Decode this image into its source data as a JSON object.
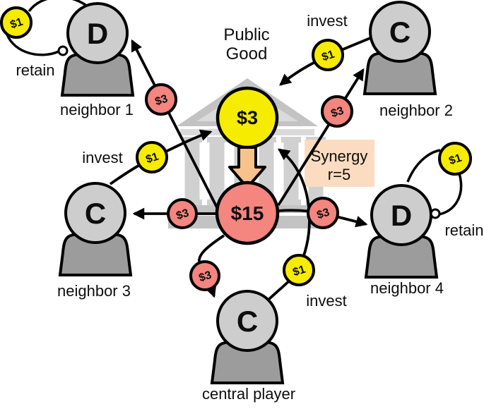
{
  "labels": {
    "public_good_line1": "Public",
    "public_good_line2": "Good",
    "invest": "invest",
    "retain": "retain"
  },
  "synergy": {
    "line1": "Synergy",
    "line2": "r=5"
  },
  "pool": {
    "value": "$3"
  },
  "pot": {
    "value": "$15"
  },
  "coins": {
    "invest_coin": "$1",
    "share_coin": "$3"
  },
  "players": {
    "neighbor1": {
      "letter": "D",
      "label": "neighbor 1"
    },
    "neighbor2": {
      "letter": "C",
      "label": "neighbor 2"
    },
    "neighbor3": {
      "letter": "C",
      "label": "neighbor 3"
    },
    "neighbor4": {
      "letter": "D",
      "label": "neighbor 4"
    },
    "central": {
      "letter": "C",
      "label": "central player"
    }
  },
  "colors": {
    "coin_yellow": "#f6ec00",
    "coin_red": "#f4857f",
    "head_gray": "#cdcdcd",
    "body_gray": "#9c9c9c",
    "bank_dark": "#c3c3c3",
    "bank_mid": "#d0d0d0",
    "bank_light": "#dadada",
    "arrow_orange": "#f8c28c",
    "synergy_bg": "#fbdcc0"
  }
}
